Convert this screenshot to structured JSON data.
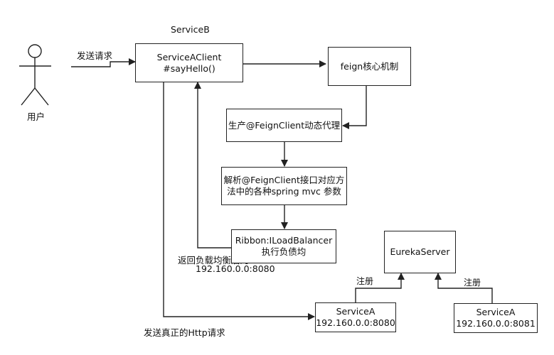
{
  "labels": {
    "user": "用户",
    "send_request": "发送请求",
    "service_b": "ServiceB",
    "return_service": "返回负载均衡后的ServiceA",
    "return_addr": "192.160.0.0:8080",
    "send_http": "发送真正的Http请求",
    "register_left": "注册",
    "register_right": "注册"
  },
  "boxes": {
    "client_line1": "ServiceAClient",
    "client_line2": "#sayHello()",
    "feign": "feign核心机制",
    "proxy": "生产@FeignClient动态代理",
    "parse_line1": "解析@FeignClient接口对应方",
    "parse_line2": "法中的各种spring mvc 参数",
    "ribbon_line1": "Ribbon:ILoadBalancer",
    "ribbon_line2": "执行负债均",
    "eureka": "EurekaServer",
    "svcA1_name": "ServiceA",
    "svcA1_addr": "192.160.0.0:8080",
    "svcA2_name": "ServiceA",
    "svcA2_addr": "192.160.0.0:8081"
  }
}
